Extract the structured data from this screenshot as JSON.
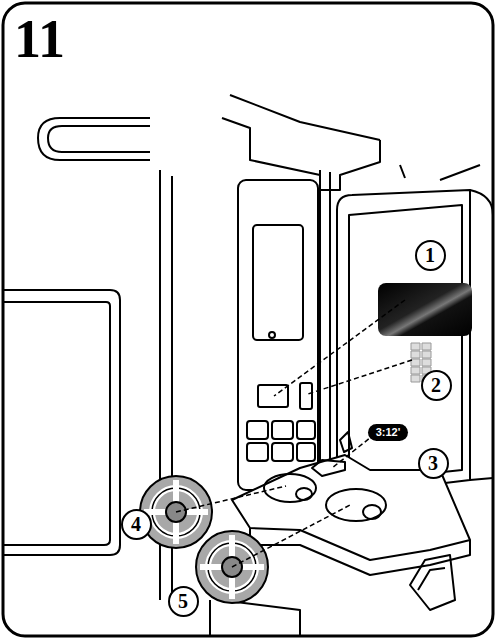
{
  "diagram": {
    "title": "11",
    "nodes": [
      {
        "text": [
          "1"
        ]
      },
      {
        "text": [
          "2"
        ]
      },
      {
        "text": [
          "3:12'"
        ]
      },
      {
        "text": [
          "3"
        ]
      },
      {
        "text": [
          "4"
        ]
      },
      {
        "text": [
          "5"
        ]
      }
    ]
  }
}
